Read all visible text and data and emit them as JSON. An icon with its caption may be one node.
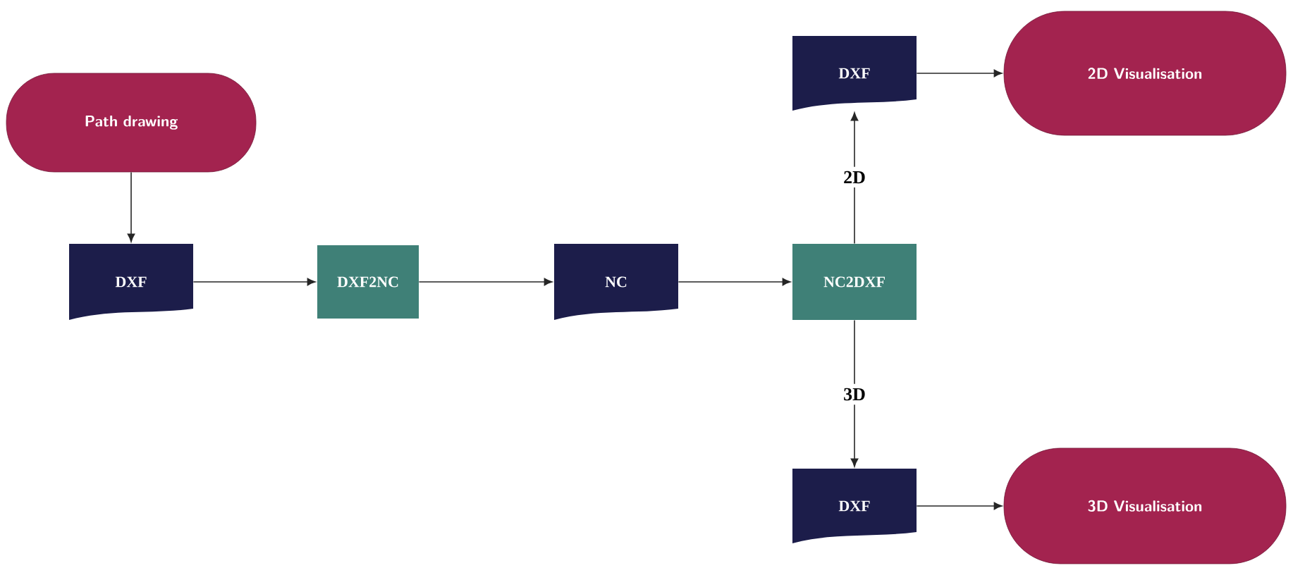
{
  "diagram": {
    "nodes": [
      {
        "text": [
          "Path drawing"
        ]
      },
      {
        "text": [
          "DXF"
        ]
      },
      {
        "text": [
          "DXF2NC"
        ]
      },
      {
        "text": [
          "NC"
        ]
      },
      {
        "text": [
          "NC2DXF"
        ]
      },
      {
        "text": [
          "DXF"
        ]
      },
      {
        "text": [
          "2D Visualisation"
        ]
      },
      {
        "text": [
          "DXF"
        ]
      },
      {
        "text": [
          "3D Visualisation"
        ]
      }
    ],
    "edges": [
      {
        "from": 0,
        "to": 1,
        "arrow": "to"
      },
      {
        "from": 1,
        "to": 2,
        "arrow": "to"
      },
      {
        "from": 2,
        "to": 3,
        "arrow": "to"
      },
      {
        "from": 3,
        "to": 4,
        "arrow": "to"
      },
      {
        "from": 4,
        "to": 5,
        "arrow": "to",
        "label": "2D"
      },
      {
        "from": 5,
        "to": 6,
        "arrow": "to"
      },
      {
        "from": 4,
        "to": 7,
        "arrow": "to",
        "label": "3D"
      },
      {
        "from": 7,
        "to": 8,
        "arrow": "to"
      }
    ]
  }
}
